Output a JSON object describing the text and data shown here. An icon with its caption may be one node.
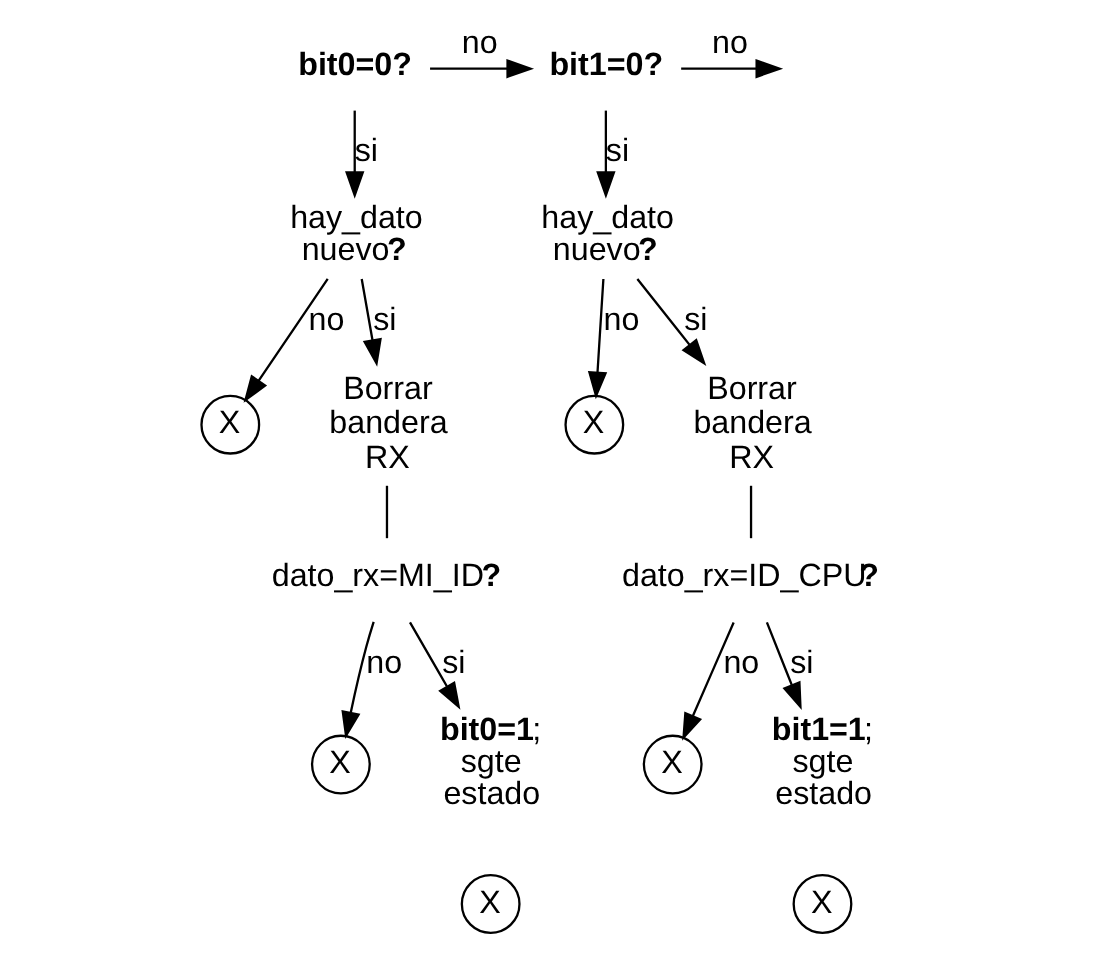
{
  "diagram": {
    "nodes": [
      {
        "text": [
          "bit0=0?"
        ]
      },
      {
        "text": [
          "bit1=0?"
        ]
      },
      {
        "text": [
          "hay_dato nuevo**?**"
        ]
      },
      {
        "text": [
          "X"
        ]
      },
      {
        "text": [
          "Borrar bandera RX"
        ]
      },
      {
        "text": [
          "dato_rx=MI_ID**?**"
        ]
      },
      {
        "text": [
          "X"
        ]
      },
      {
        "text": [
          "**bit0=1**; sgte estado"
        ]
      },
      {
        "text": [
          "X"
        ]
      },
      {
        "text": [
          "hay_dato nuevo**?**"
        ]
      },
      {
        "text": [
          "X"
        ]
      },
      {
        "text": [
          "Borrar bandera RX"
        ]
      },
      {
        "text": [
          "dato_rx=ID_CPU**?**"
        ]
      },
      {
        "text": [
          "X"
        ]
      },
      {
        "text": [
          "**bit1=1**; sgte estado"
        ]
      },
      {
        "text": [
          "X"
        ]
      }
    ],
    "edges": [
      {
        "from": 0,
        "to": 1,
        "arrow": "to",
        "label": "no"
      },
      {
        "from": 1,
        "to": null,
        "arrow": "to",
        "label": "no"
      },
      {
        "from": 0,
        "to": 2,
        "arrow": "to",
        "label": "si"
      },
      {
        "from": 2,
        "to": 3,
        "arrow": "to",
        "label": "no"
      },
      {
        "from": 2,
        "to": 4,
        "arrow": "to",
        "label": "si"
      },
      {
        "from": 4,
        "to": 5,
        "arrow": "none"
      },
      {
        "from": 5,
        "to": 6,
        "arrow": "to",
        "label": "no"
      },
      {
        "from": 5,
        "to": 7,
        "arrow": "to",
        "label": "si"
      },
      {
        "from": 1,
        "to": 9,
        "arrow": "to",
        "label": "si"
      },
      {
        "from": 9,
        "to": 10,
        "arrow": "to",
        "label": "no"
      },
      {
        "from": 9,
        "to": 11,
        "arrow": "to",
        "label": "si"
      },
      {
        "from": 11,
        "to": 12,
        "arrow": "none"
      },
      {
        "from": 12,
        "to": 13,
        "arrow": "to",
        "label": "no"
      },
      {
        "from": 12,
        "to": 14,
        "arrow": "to",
        "label": "si"
      }
    ]
  }
}
